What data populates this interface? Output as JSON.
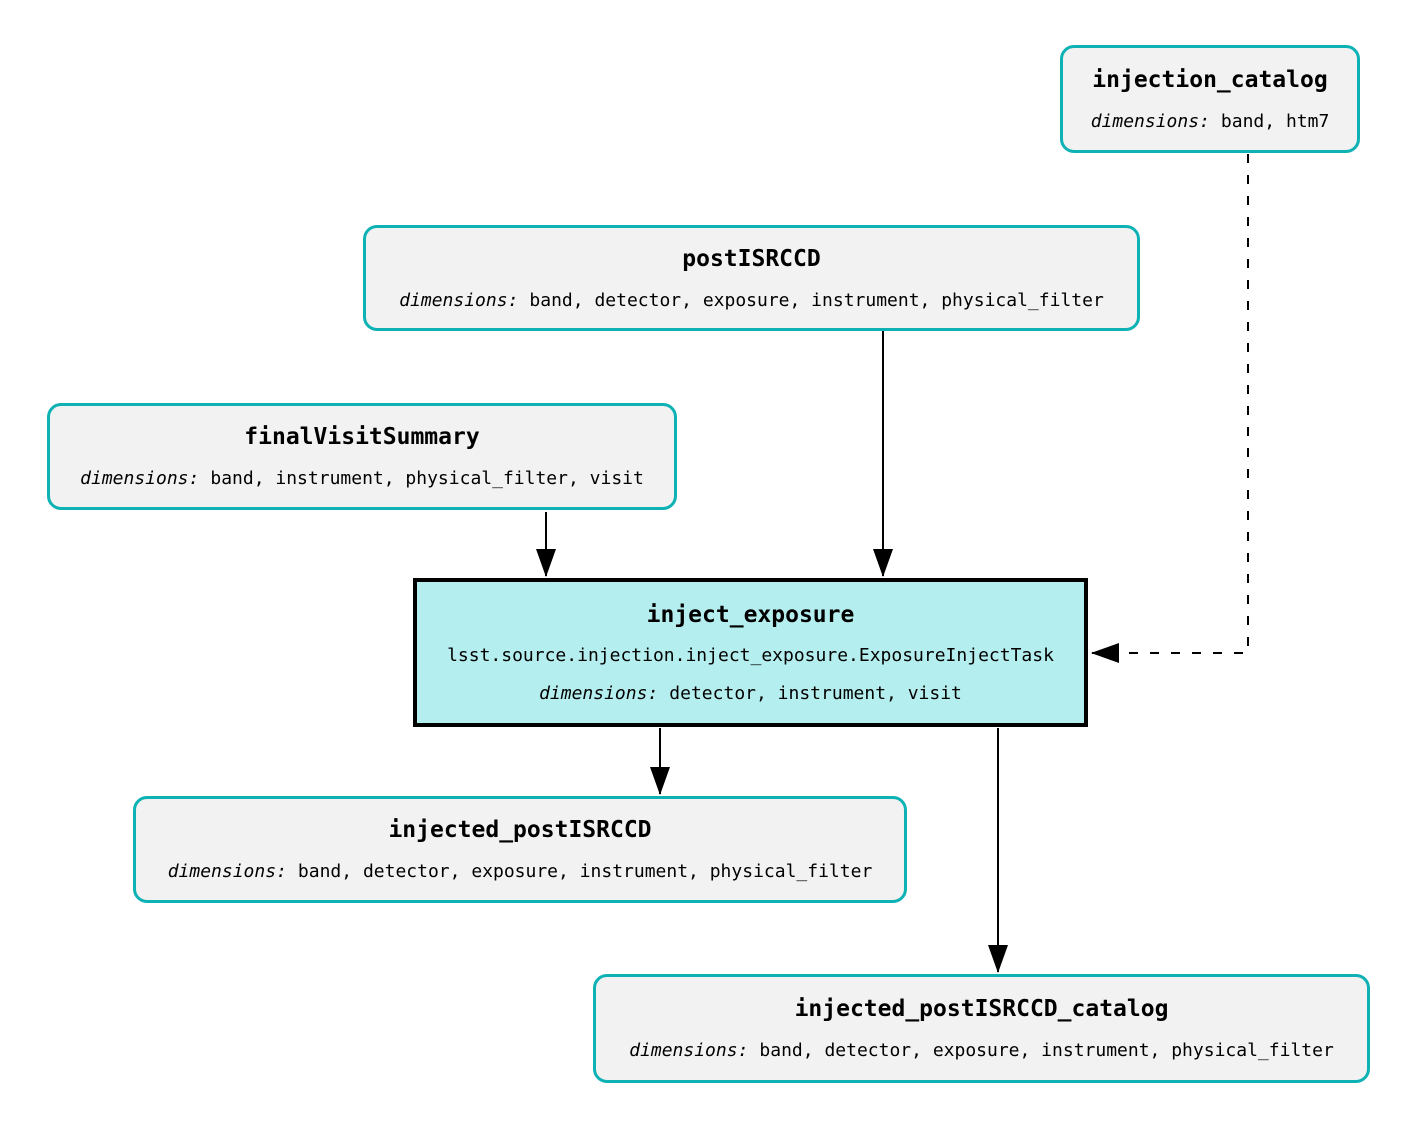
{
  "labels": {
    "dimensions": "dimensions:"
  },
  "colors": {
    "background": "#ffffff",
    "text": "#000000",
    "edge": "#000000",
    "dataset_border": "#0fb2b4",
    "dataset_fill": "#f2f2f2",
    "task_border": "#000000",
    "task_fill": "#b5eeee"
  },
  "nodes": {
    "injection_catalog": {
      "type": "dataset",
      "title": "injection_catalog",
      "dimensions": "band, htm7"
    },
    "postISRCCD": {
      "type": "dataset",
      "title": "postISRCCD",
      "dimensions": "band, detector, exposure, instrument, physical_filter"
    },
    "finalVisitSummary": {
      "type": "dataset",
      "title": "finalVisitSummary",
      "dimensions": "band, instrument, physical_filter, visit"
    },
    "inject_exposure": {
      "type": "task",
      "title": "inject_exposure",
      "task_class": "lsst.source.injection.inject_exposure.ExposureInjectTask",
      "dimensions": "detector, instrument, visit"
    },
    "injected_postISRCCD": {
      "type": "dataset",
      "title": "injected_postISRCCD",
      "dimensions": "band, detector, exposure, instrument, physical_filter"
    },
    "injected_postISRCCD_catalog": {
      "type": "dataset",
      "title": "injected_postISRCCD_catalog",
      "dimensions": "band, detector, exposure, instrument, physical_filter"
    }
  },
  "edges": [
    {
      "from": "finalVisitSummary",
      "to": "inject_exposure",
      "style": "solid"
    },
    {
      "from": "postISRCCD",
      "to": "inject_exposure",
      "style": "solid"
    },
    {
      "from": "injection_catalog",
      "to": "inject_exposure",
      "style": "dashed"
    },
    {
      "from": "inject_exposure",
      "to": "injected_postISRCCD",
      "style": "solid"
    },
    {
      "from": "inject_exposure",
      "to": "injected_postISRCCD_catalog",
      "style": "solid"
    }
  ]
}
